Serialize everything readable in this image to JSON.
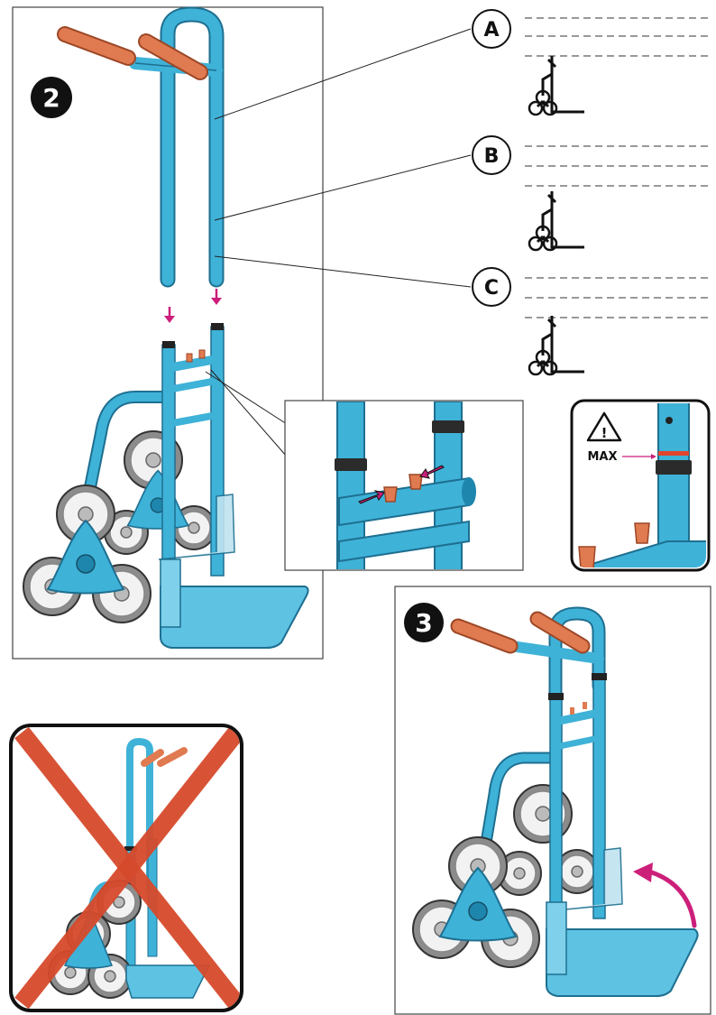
{
  "steps": {
    "step2": {
      "number": "2"
    },
    "step3": {
      "number": "3"
    }
  },
  "positions": {
    "a": "A",
    "b": "B",
    "c": "C"
  },
  "warning": {
    "symbol": "!",
    "label": "MAX"
  },
  "colors": {
    "frame_blue": "#3fb2d8",
    "frame_dark": "#1e86ad",
    "handle_orange": "#e07a50",
    "wheel_grey": "#8c8c8c",
    "arrow_magenta": "#cc1f7a",
    "cross_red": "#d64a2c",
    "outline": "#222222"
  },
  "icons": [
    "down-arrow-icon",
    "warning-triangle-icon",
    "curved-arrow-icon",
    "prohibition-cross-icon"
  ]
}
